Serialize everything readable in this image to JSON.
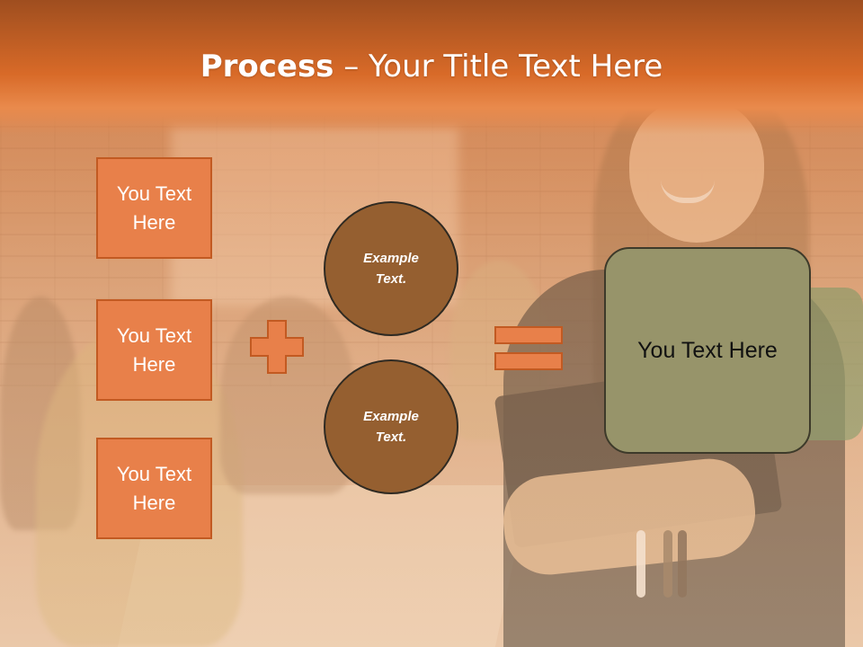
{
  "title": {
    "bold": "Process",
    "rest": " – Your Title Text Here"
  },
  "left_boxes": [
    {
      "label": "You Text Here"
    },
    {
      "label": "You Text Here"
    },
    {
      "label": "You Text Here"
    }
  ],
  "circles": [
    {
      "label": "Example Text."
    },
    {
      "label": "Example Text."
    }
  ],
  "result": {
    "label": "You Text Here"
  },
  "icons": {
    "plus": "plus-icon",
    "equals": "equals-icon"
  },
  "colors": {
    "banner": "#d86a28",
    "box_fill": "#e8804a",
    "box_border": "#c25a22",
    "circle_fill": "#955f30",
    "result_fill": "#97946a"
  }
}
